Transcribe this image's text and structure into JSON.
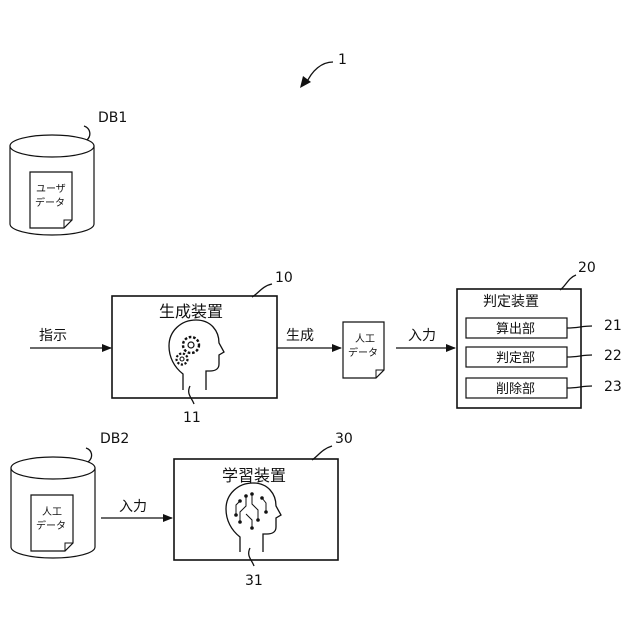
{
  "figure": {
    "system_ref": "1"
  },
  "db1": {
    "label": "DB1",
    "doc_line1": "ユーザ",
    "doc_line2": "データ"
  },
  "generator": {
    "title": "生成装置",
    "ref": "10",
    "icon_ref": "11",
    "icon": "head-gears-icon"
  },
  "artificial_data": {
    "line1": "人工",
    "line2": "データ"
  },
  "judge": {
    "title": "判定装置",
    "ref": "20",
    "units": [
      {
        "label": "算出部",
        "ref": "21"
      },
      {
        "label": "判定部",
        "ref": "22"
      },
      {
        "label": "削除部",
        "ref": "23"
      }
    ]
  },
  "db2": {
    "label": "DB2",
    "doc_line1": "人工",
    "doc_line2": "データ"
  },
  "learner": {
    "title": "学習装置",
    "ref": "30",
    "icon_ref": "31",
    "icon": "head-circuit-icon"
  },
  "arrows": {
    "instruction": "指示",
    "generate": "生成",
    "input_judge": "入力",
    "input_learner": "入力"
  }
}
